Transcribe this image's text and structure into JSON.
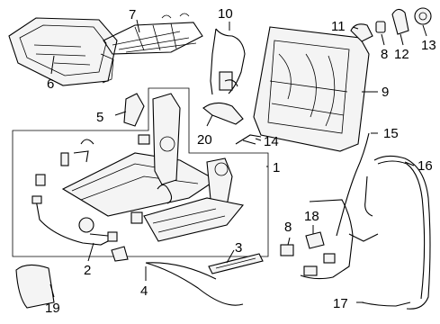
{
  "callouts": [
    "1",
    "2",
    "3",
    "4",
    "5",
    "6",
    "7",
    "8",
    "9",
    "10",
    "11",
    "8",
    "12",
    "13",
    "14",
    "15",
    "16",
    "17",
    "18",
    "19",
    "20"
  ],
  "colors": {
    "line": "#000000",
    "background": "#ffffff",
    "part_fill": "#f4f4f4"
  }
}
